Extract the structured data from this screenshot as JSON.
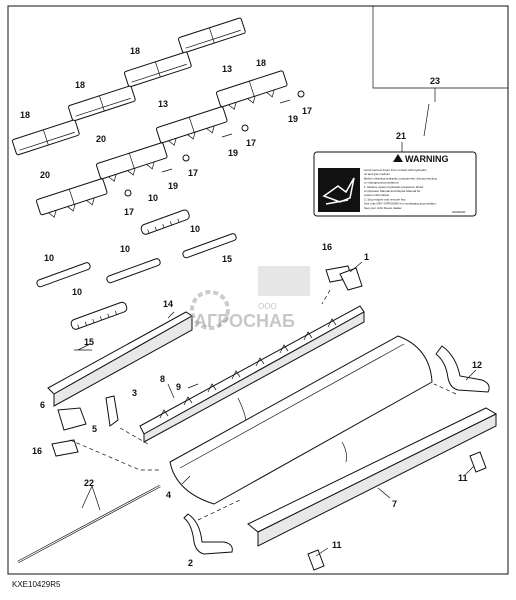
{
  "figure": {
    "reference_code": "KXE10429R5",
    "watermark": {
      "company_prefix": "ООО",
      "company_name": "АГРОСНАБ"
    },
    "warning_label": {
      "title": "WARNING",
      "lines": [
        "Avoid serious injury from contact with hydraulic,",
        "oil and gas medium.",
        "Before cleaning hydraulic components, discounnecting",
        "or changing accumulators.",
        "1. Relieve system hydraulic pressures. Refer",
        "   to Operator Manual and Repair Manual for",
        "   system information.",
        "2. Stop engine and remove key.",
        "Use only DRY NITROGEN for recharging accumulator.",
        "See your John Deere dealer."
      ],
      "part_no": "00000000"
    },
    "callouts": [
      "1",
      "2",
      "3",
      "4",
      "5",
      "6",
      "7",
      "8",
      "9",
      "10",
      "11",
      "12",
      "13",
      "14",
      "15",
      "16",
      "17",
      "18",
      "19",
      "20",
      "21",
      "22",
      "23"
    ]
  }
}
